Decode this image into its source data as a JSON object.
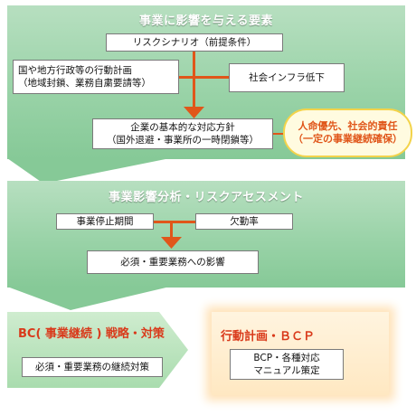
{
  "factors": {
    "title": "事業に影響を与える要素",
    "scenario": "リスクシナリオ（前提条件）",
    "government_plan": "国や地方行政等の行動計画\n（地域封鎖、業務自粛要請等）",
    "infrastructure": "社会インフラ低下",
    "corporate_policy": "企業の基本的な対応方針\n（国外退避・事業所の一時閉鎖等）",
    "responsibility": "人命優先、社会的責任\n（一定の事業継続確保）"
  },
  "bia": {
    "title": "事業影響分析・リスクアセスメント",
    "downtime": "事業停止期間",
    "absence_rate": "欠勤率",
    "impact": "必須・重要業務への影響"
  },
  "bc_strategy": {
    "title": "BC( 事業継続 ) 戦略・対策",
    "measures": "必須・重要業務の継続対策"
  },
  "action_plan": {
    "title": "行動計画・ＢＣＰ",
    "manual": "BCP・各種対応\nマニュアル策定"
  },
  "colors": {
    "panel_green": "#9ad3a8",
    "arrow_orange": "#e0561a",
    "oval_border": "#f3d34a",
    "title_red": "#d93a1b"
  }
}
